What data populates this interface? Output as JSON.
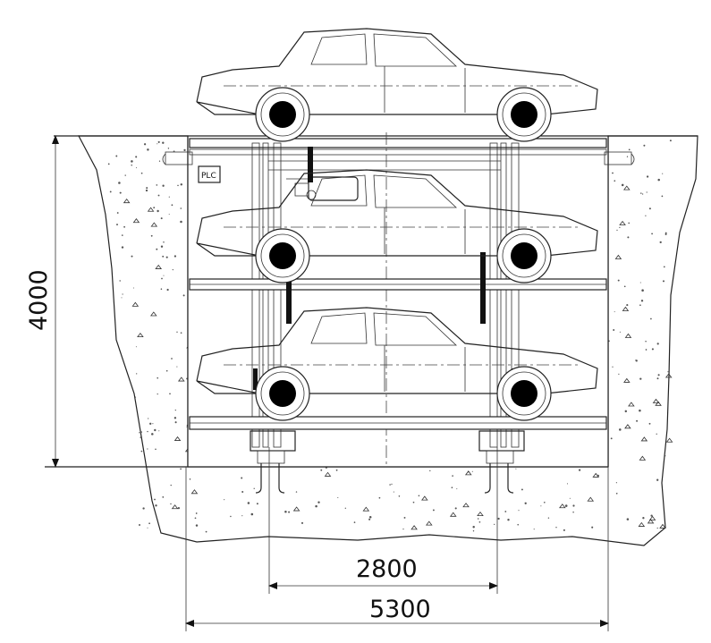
{
  "drawing": {
    "dimensions": {
      "depth_label": "4000",
      "inner_span_label": "2800",
      "outer_span_label": "5300"
    },
    "equipment_tag": "PLC"
  }
}
